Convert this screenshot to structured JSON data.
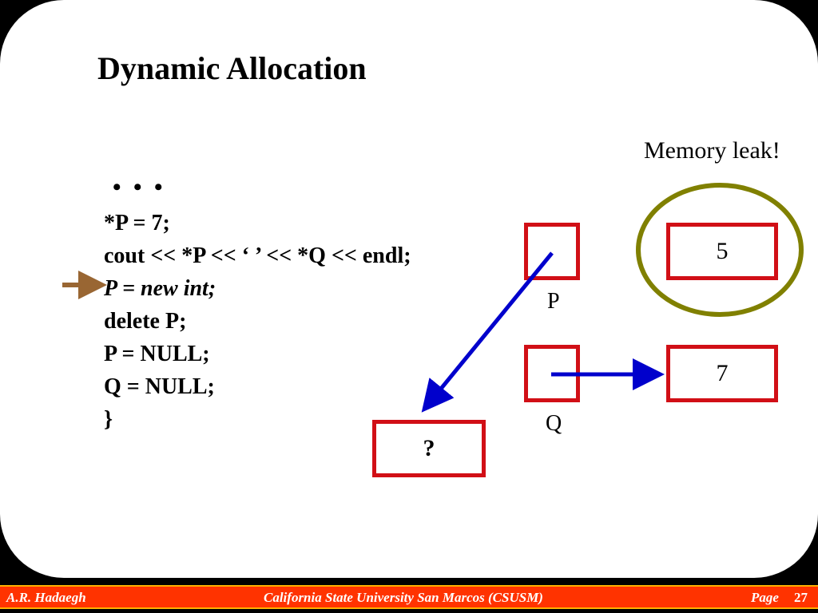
{
  "slide": {
    "title": "Dynamic Allocation",
    "ellipsis": "• • •",
    "code_lines": [
      "*P = 7;",
      "cout << *P << ‘ ’ << *Q << endl;",
      "P = new int;",
      "delete P;",
      "P = NULL;",
      "Q = NULL;",
      "}"
    ],
    "current_line_index": 2
  },
  "diagram": {
    "memory_leak_label": "Memory leak!",
    "pointer_p_label": "P",
    "pointer_q_label": "Q",
    "heap_leaked_value": "5",
    "heap_q_value": "7",
    "heap_new_value": "?"
  },
  "colors": {
    "box_border": "#d10f16",
    "pointer_arrow": "#0000cc",
    "current_line_arrow": "#996633",
    "leak_circle": "#808000",
    "footer_bg": "#ff3300",
    "footer_border": "#ffb000"
  },
  "footer": {
    "author": "A.R. Hadaegh",
    "institution": "California State University San Marcos (CSUSM)",
    "page_label": "Page",
    "page_number": "27"
  }
}
